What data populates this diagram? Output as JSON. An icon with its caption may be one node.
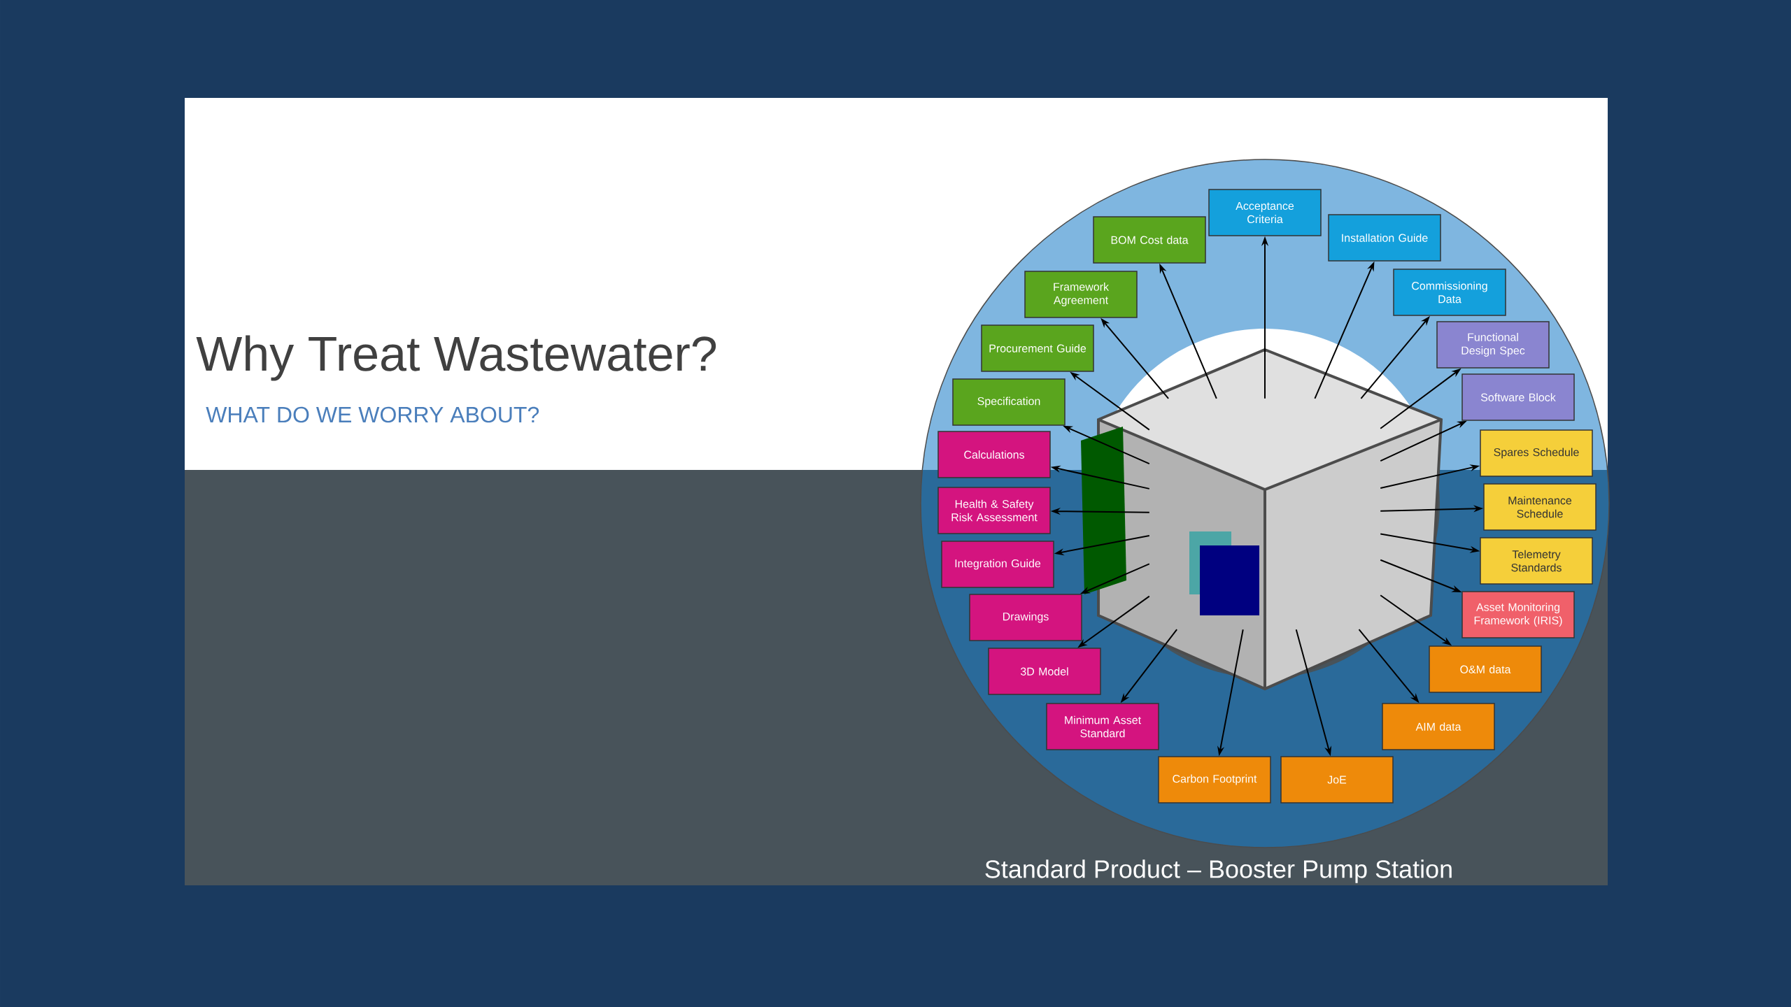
{
  "diagram": {
    "title": "Why Treat Wastewater?",
    "caption": "Standard Product – Booster Pump Station",
    "labels": [
      "WHAT DO WE WORRY ABOUT?"
    ],
    "nodes": [
      {
        "text": [],
        "shape": "picture"
      },
      {
        "text": [
          "Acceptance Criteria"
        ]
      },
      {
        "text": [
          "BOM Cost data"
        ]
      },
      {
        "text": [
          "Installation Guide"
        ]
      },
      {
        "text": [
          "Framework Agreement"
        ]
      },
      {
        "text": [
          "Commissioning Data"
        ]
      },
      {
        "text": [
          "Procurement Guide"
        ]
      },
      {
        "text": [
          "Functional Design Spec"
        ]
      },
      {
        "text": [
          "Specification"
        ]
      },
      {
        "text": [
          "Software Block"
        ]
      },
      {
        "text": [
          "Calculations"
        ]
      },
      {
        "text": [
          "Spares Schedule"
        ]
      },
      {
        "text": [
          "Health & Safety Risk Assessment"
        ]
      },
      {
        "text": [
          "Maintenance Schedule"
        ]
      },
      {
        "text": [
          "Integration Guide"
        ]
      },
      {
        "text": [
          "Telemetry Standards"
        ]
      },
      {
        "text": [
          "Drawings"
        ]
      },
      {
        "text": [
          "Asset Monitoring Framework (IRIS)"
        ]
      },
      {
        "text": [
          "3D Model"
        ]
      },
      {
        "text": [
          "O&M data"
        ]
      },
      {
        "text": [
          "Minimum Asset Standard"
        ]
      },
      {
        "text": [
          "AIM data"
        ]
      },
      {
        "text": [
          "Carbon Footprint"
        ]
      },
      {
        "text": [
          "JoE"
        ]
      }
    ],
    "edges": [
      {
        "from": 0,
        "to": 1,
        "arrow": "to"
      },
      {
        "from": 0,
        "to": 2,
        "arrow": "to"
      },
      {
        "from": 0,
        "to": 3,
        "arrow": "to"
      },
      {
        "from": 0,
        "to": 4,
        "arrow": "to"
      },
      {
        "from": 0,
        "to": 5,
        "arrow": "to"
      },
      {
        "from": 0,
        "to": 6,
        "arrow": "to"
      },
      {
        "from": 0,
        "to": 7,
        "arrow": "to"
      },
      {
        "from": 0,
        "to": 8,
        "arrow": "to"
      },
      {
        "from": 0,
        "to": 9,
        "arrow": "to"
      },
      {
        "from": 0,
        "to": 10,
        "arrow": "to"
      },
      {
        "from": 0,
        "to": 11,
        "arrow": "to"
      },
      {
        "from": 0,
        "to": 12,
        "arrow": "to"
      },
      {
        "from": 0,
        "to": 13,
        "arrow": "to"
      },
      {
        "from": 0,
        "to": 14,
        "arrow": "to"
      },
      {
        "from": 0,
        "to": 15,
        "arrow": "to"
      },
      {
        "from": 0,
        "to": 16,
        "arrow": "to"
      },
      {
        "from": 0,
        "to": 17,
        "arrow": "to"
      },
      {
        "from": 0,
        "to": 18,
        "arrow": "to"
      },
      {
        "from": 0,
        "to": 19,
        "arrow": "to"
      },
      {
        "from": 0,
        "to": 20,
        "arrow": "to"
      },
      {
        "from": 0,
        "to": 21,
        "arrow": "to"
      },
      {
        "from": 0,
        "to": 22,
        "arrow": "to"
      },
      {
        "from": 0,
        "to": 23,
        "arrow": "to"
      }
    ]
  }
}
